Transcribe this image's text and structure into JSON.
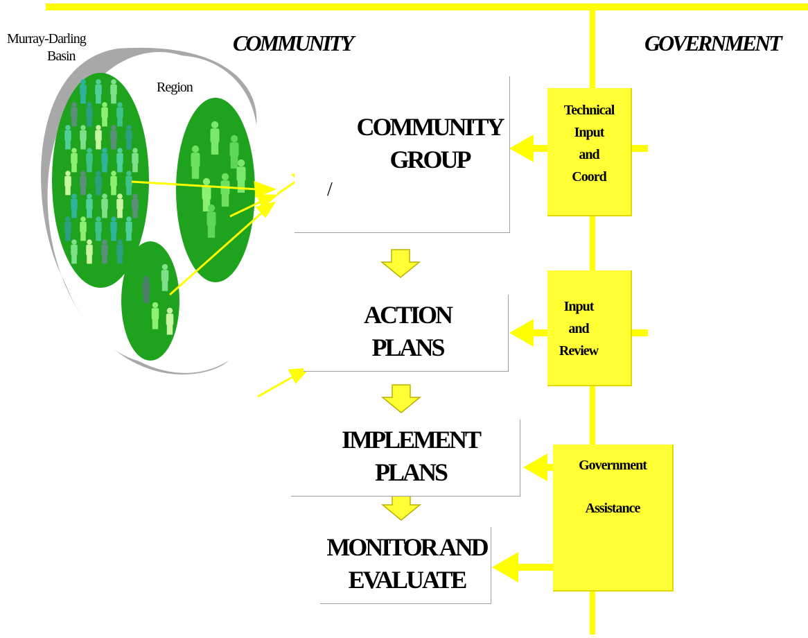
{
  "colors": {
    "yellow": "#ffff00",
    "gov_box": "#ffff33",
    "green": "#1fa31f",
    "grey_swoosh": "#a8a8a8"
  },
  "headings": {
    "community": "COMMUNITY",
    "government": "GOVERNMENT"
  },
  "basin": {
    "label_line1": "Murray-Darling",
    "label_line2": "Basin",
    "region_label": "Region"
  },
  "steps": {
    "community_group": {
      "line1": "COMMUNITY",
      "line2": "GROUP",
      "mark": "/"
    },
    "action_plans": {
      "line1": "ACTION",
      "line2": "PLANS"
    },
    "implement_plans": {
      "line1": "IMPLEMENT",
      "line2": "PLANS"
    },
    "monitor_evaluate": {
      "line1": "MONITOR AND",
      "line2": "EVALUATE"
    }
  },
  "government_boxes": {
    "technical": {
      "line1": "Technical",
      "line2": "Input",
      "line3": "and",
      "line4": "Coord"
    },
    "review": {
      "line1": "Input",
      "line2": "and",
      "line3": "Review"
    },
    "assistance": {
      "line1": "Government",
      "line2": "Assistance"
    }
  }
}
